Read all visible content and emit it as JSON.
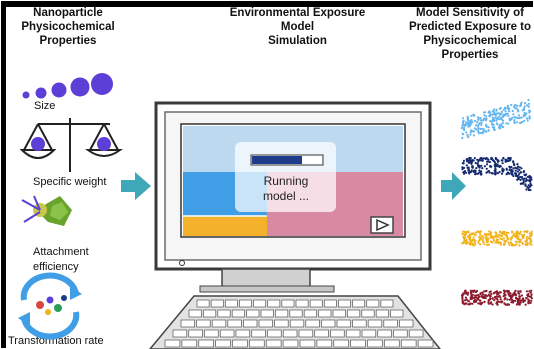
{
  "headers": {
    "left": "Nanoparticle\nPhysicochemical\nProperties",
    "center": "Environmental Exposure\nModel\nSimulation",
    "right": "Model Sensitivity of\nPredicted Exposure to\nPhysicochemical\nProperties"
  },
  "properties": {
    "size": "Size",
    "specific_weight": "Specific weight",
    "attachment": "Attachment\nefficiency",
    "transformation": "Transformation rate"
  },
  "monitor": {
    "status": "Running\nmodel ..."
  },
  "colors": {
    "light_blue": "#bcd9ef",
    "mid_blue": "#3f9ee6",
    "pink": "#d98aa3",
    "orange": "#f4b12c",
    "navy": "#1e3a8a",
    "arrow_teal": "#3ea7b8",
    "ball_purple": "#5b3fd6",
    "scatter_light": "#66b6ef",
    "scatter_navy": "#14296e",
    "scatter_gold": "#f2b21a",
    "scatter_maroon": "#8d1b2e"
  }
}
